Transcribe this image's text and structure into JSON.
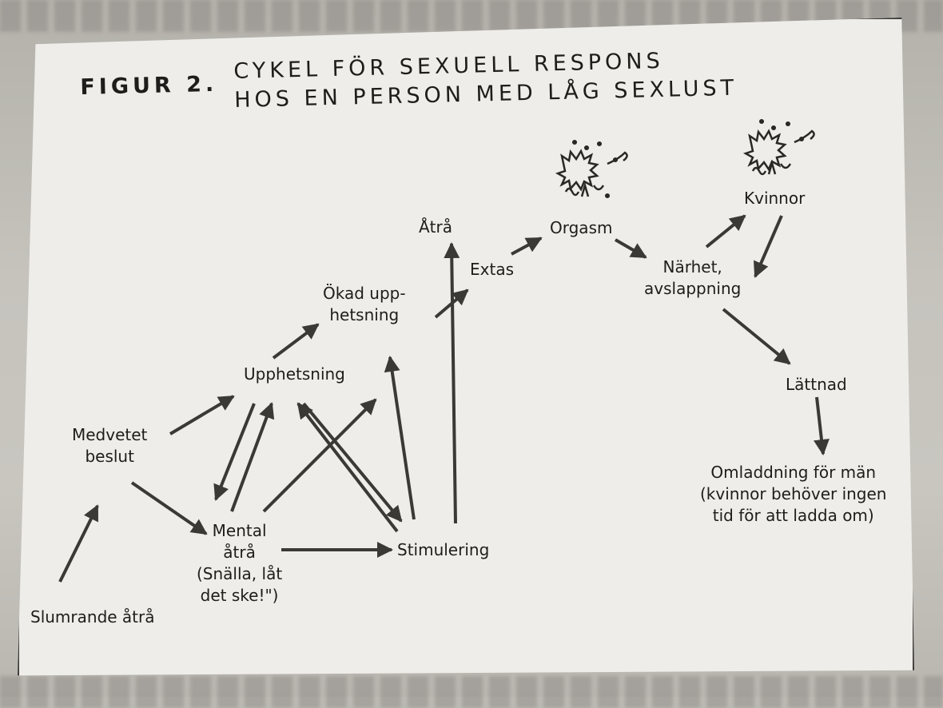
{
  "figure": {
    "label": "FIGUR 2.",
    "title_line1": "CYKEL FÖR SEXUELL RESPONS",
    "title_line2": "HOS EN PERSON MED LÅG SEXLUST"
  },
  "nodes": {
    "slumrande": "Slumrande åtrå",
    "medvetet_1": "Medvetet",
    "medvetet_2": "beslut",
    "mental_1": "Mental",
    "mental_2": "åtrå",
    "mental_3": "(Snälla, låt",
    "mental_4": "det ske!\")",
    "stimulering": "Stimulering",
    "upphetsning": "Upphetsning",
    "okad_1": "Ökad upp-",
    "okad_2": "hetsning",
    "atra": "Åtrå",
    "extas": "Extas",
    "orgasm": "Orgasm",
    "narhet_1": "Närhet,",
    "narhet_2": "avslappning",
    "kvinnor": "Kvinnor",
    "lattnad": "Lättnad",
    "omladdning_1": "Omladdning för män",
    "omladdning_2": "(kvinnor behöver ingen",
    "omladdning_3": "tid för att ladda om)"
  },
  "colors": {
    "ink": "#1f1d1b",
    "arrow": "#3b3936",
    "panel": "#eeede9"
  }
}
